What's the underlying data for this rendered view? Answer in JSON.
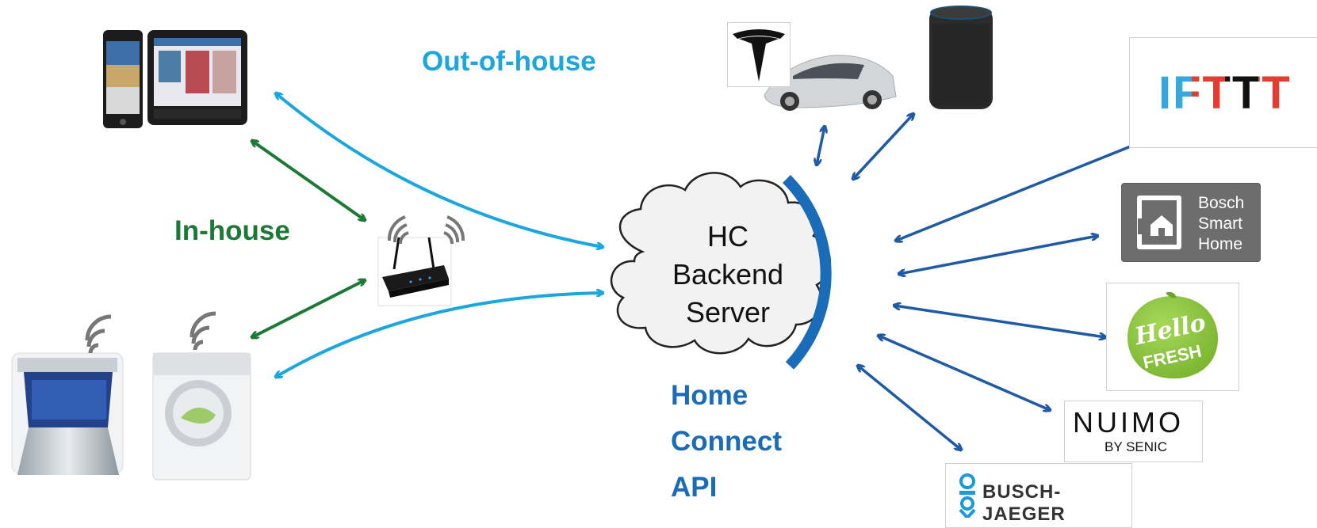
{
  "labels": {
    "out_of_house": "Out-of-house",
    "in_house": "In-house",
    "api_line1": "Home",
    "api_line2": "Connect",
    "api_line3": "API"
  },
  "cloud": {
    "line1": "HC",
    "line2": "Backend",
    "line3": "Server"
  },
  "partners": {
    "ifttt": "IFTTT",
    "bosch": [
      "Bosch",
      "Smart",
      "Home"
    ],
    "hellofresh": [
      "Hello",
      "FRESH"
    ],
    "nuimo": "NUIMO",
    "nuimo_sub": "BY SENIC",
    "busch_jaeger": "BUSCH-JAEGER"
  },
  "colors": {
    "out_of_house": "#1aa6de",
    "in_house": "#1d7a36",
    "api": "#1a6bb8",
    "partner_arrows": "#1f5aa6",
    "hellofresh": "#8cc63f"
  },
  "icons": [
    "smartphone-icon",
    "tablet-icon",
    "router-icon",
    "dishwasher-icon",
    "washing-machine-icon",
    "wifi-icon",
    "tesla-logo",
    "car-icon",
    "smart-speaker-icon",
    "home-icon",
    "busch-jaeger-logo"
  ]
}
